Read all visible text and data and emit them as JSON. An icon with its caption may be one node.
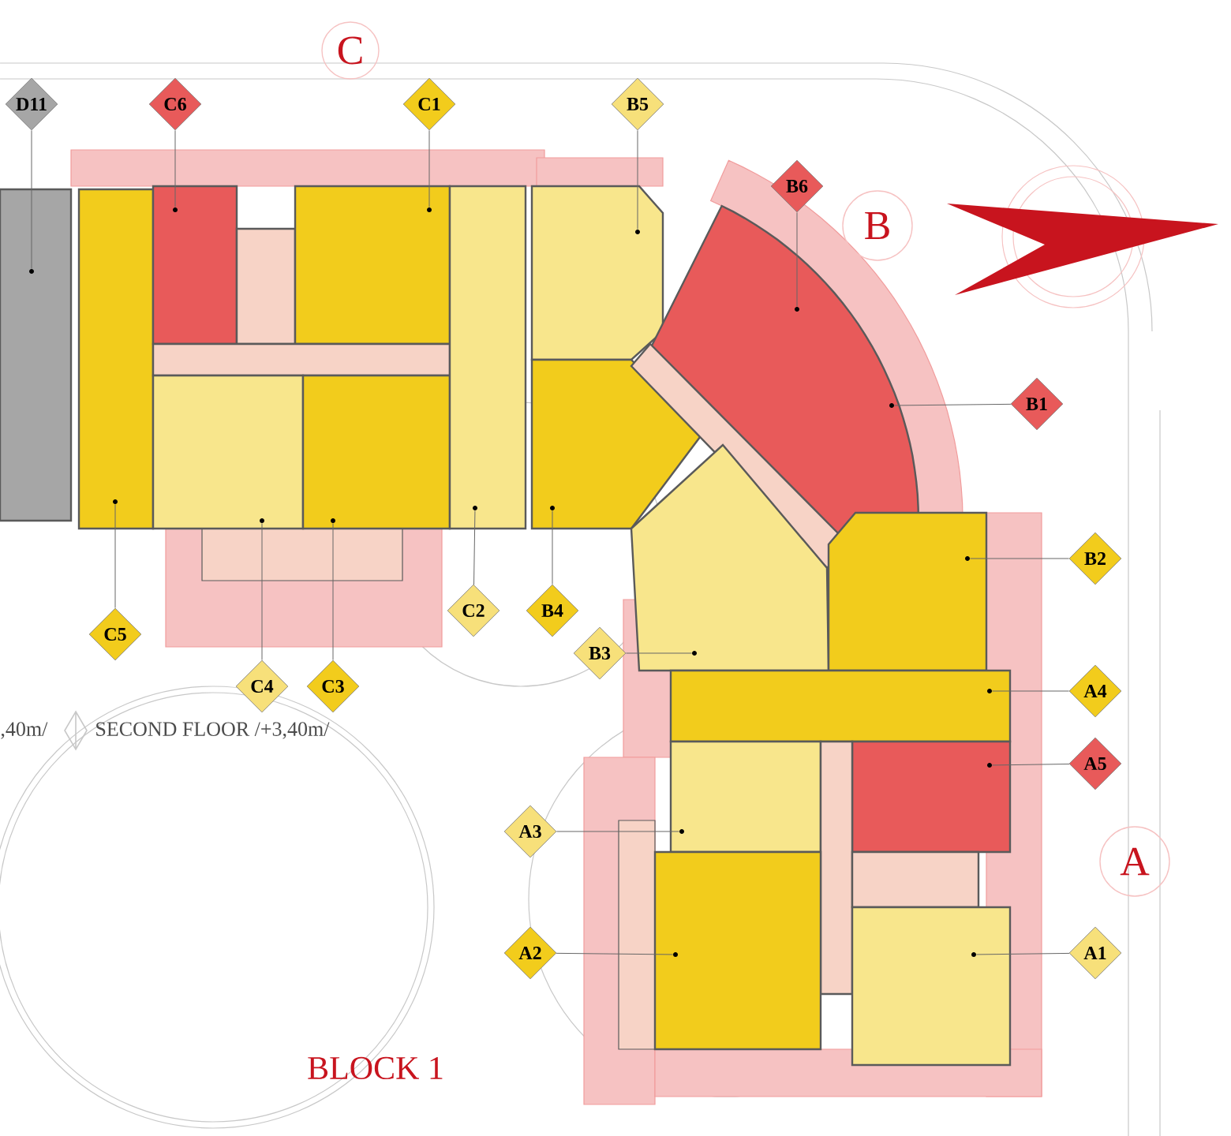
{
  "diagram": {
    "nodes": [
      {
        "text": [
          "D11"
        ]
      },
      {
        "text": [
          "C6"
        ]
      },
      {
        "text": [
          "C"
        ]
      },
      {
        "text": [
          "C1"
        ]
      },
      {
        "text": [
          "B5"
        ]
      },
      {
        "text": [
          "B6"
        ]
      },
      {
        "text": [
          "B"
        ]
      },
      {
        "text": [
          "B1"
        ]
      },
      {
        "text": [
          "B2"
        ]
      },
      {
        "text": [
          "B3"
        ]
      },
      {
        "text": [
          "B4"
        ]
      },
      {
        "text": [
          "C2"
        ]
      },
      {
        "text": [
          "C5"
        ]
      },
      {
        "text": [
          "C4"
        ]
      },
      {
        "text": [
          "C3"
        ]
      },
      {
        "text": [
          "A4"
        ]
      },
      {
        "text": [
          "A5"
        ]
      },
      {
        "text": [
          "A"
        ]
      },
      {
        "text": [
          "A3"
        ]
      },
      {
        "text": [
          "A2"
        ]
      },
      {
        "text": [
          "A1"
        ]
      },
      {
        "text": [],
        "shape": "circle"
      },
      {
        "text": [],
        "shape": "circle"
      },
      {
        "text": [],
        "shape": "circle"
      },
      {
        "text": [],
        "shape": "circle"
      },
      {
        "text": [],
        "shape": "circle"
      },
      {
        "text": [],
        "shape": "circle"
      },
      {
        "text": [],
        "shape": "circle"
      },
      {
        "text": [],
        "shape": "circle"
      },
      {
        "text": [],
        "shape": "circle"
      },
      {
        "text": [],
        "shape": "circle"
      },
      {
        "text": [],
        "shape": "circle"
      },
      {
        "text": [],
        "shape": "circle"
      },
      {
        "text": [],
        "shape": "circle"
      },
      {
        "text": [],
        "shape": "circle"
      },
      {
        "text": [],
        "shape": "circle"
      },
      {
        "text": [],
        "shape": "circle"
      },
      {
        "text": [],
        "shape": "circle"
      },
      {
        "text": [],
        "shape": "circle"
      }
    ],
    "edges": [
      {
        "from": 0,
        "to": 21,
        "arrow": "none"
      },
      {
        "from": 1,
        "to": 22,
        "arrow": "none"
      },
      {
        "from": 3,
        "to": 23,
        "arrow": "none"
      },
      {
        "from": 4,
        "to": 24,
        "arrow": "none"
      },
      {
        "from": 5,
        "to": 25,
        "arrow": "none"
      },
      {
        "from": 7,
        "to": 26,
        "arrow": "none"
      },
      {
        "from": 8,
        "to": 27,
        "arrow": "none"
      },
      {
        "from": 9,
        "to": 28,
        "arrow": "none"
      },
      {
        "from": 10,
        "to": 29,
        "arrow": "none"
      },
      {
        "from": 11,
        "to": 30,
        "arrow": "none"
      },
      {
        "from": 12,
        "to": 31,
        "arrow": "none"
      },
      {
        "from": 13,
        "to": 32,
        "arrow": "none"
      },
      {
        "from": 14,
        "to": 33,
        "arrow": "none"
      },
      {
        "from": 15,
        "to": 34,
        "arrow": "none"
      },
      {
        "from": 16,
        "to": 35,
        "arrow": "none"
      },
      {
        "from": 18,
        "to": 36,
        "arrow": "none"
      },
      {
        "from": 19,
        "to": 37,
        "arrow": "none"
      },
      {
        "from": 20,
        "to": 38,
        "arrow": "none"
      }
    ],
    "labels": [
      ",40m/",
      "SECOND FLOOR /+3,40m/",
      "BLOCK 1"
    ]
  }
}
